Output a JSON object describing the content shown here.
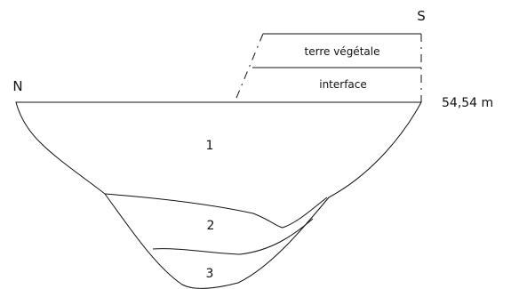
{
  "orientation": {
    "north_label": "N",
    "south_label": "S"
  },
  "elevation": {
    "label": "54,54 m"
  },
  "upper_layers": [
    {
      "label": "terre végétale"
    },
    {
      "label": "interface"
    }
  ],
  "fill_layers": [
    {
      "label": "1"
    },
    {
      "label": "2"
    },
    {
      "label": "3"
    }
  ],
  "colors": {
    "line": "#111111",
    "background": "#ffffff"
  }
}
